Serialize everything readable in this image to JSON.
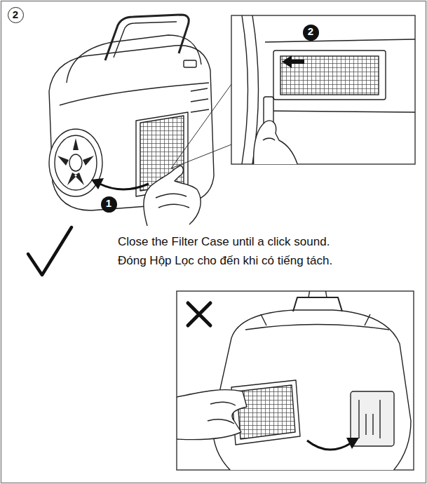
{
  "diagram": {
    "labels": [
      "2",
      "2",
      "1",
      "Close the Filter Case until a click sound.",
      "Đóng Hộp Lọc cho đến khi có tiếng tách."
    ]
  }
}
